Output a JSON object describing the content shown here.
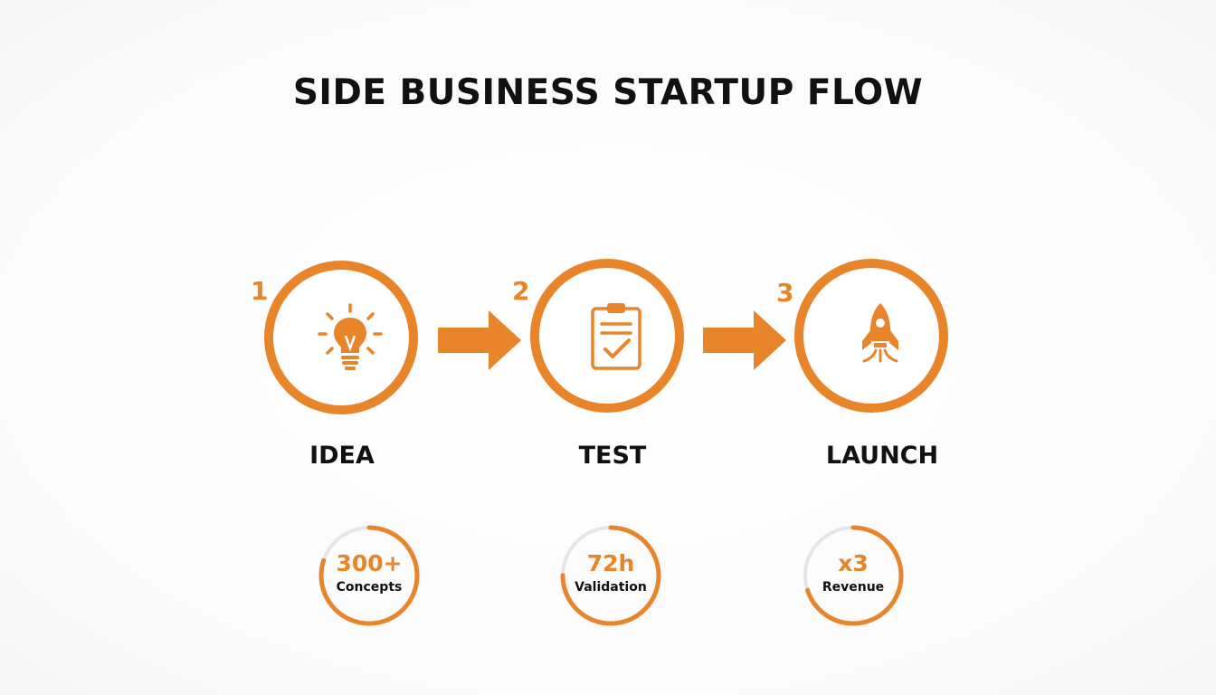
{
  "title": "SIDE BUSINESS STARTUP FLOW",
  "accent_color": "#e8842a",
  "track_color": "#e6e6e6",
  "steps": [
    {
      "number": "1",
      "label": "IDEA",
      "icon": "lightbulb-icon"
    },
    {
      "number": "2",
      "label": "TEST",
      "icon": "clipboard-check-icon"
    },
    {
      "number": "3",
      "label": "LAUNCH",
      "icon": "rocket-icon"
    }
  ],
  "stats": [
    {
      "value": "300+",
      "caption": "Concepts",
      "progress": 0.8
    },
    {
      "value": "72h",
      "caption": "Validation",
      "progress": 0.75
    },
    {
      "value": "x3",
      "caption": "Revenue",
      "progress": 0.7
    }
  ]
}
